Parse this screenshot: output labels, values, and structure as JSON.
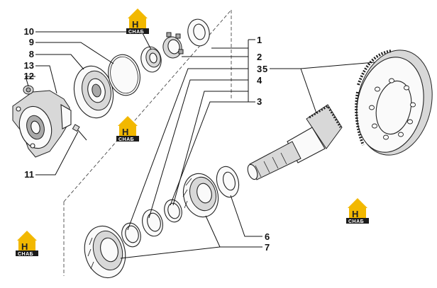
{
  "diagram": {
    "labels": {
      "p1": "1",
      "p2": "2",
      "p3a": "3",
      "p3b": "3",
      "p4": "4",
      "p5": "5",
      "p6": "6",
      "p7": "7",
      "p8": "8",
      "p9": "9",
      "p10": "10",
      "p11": "11",
      "p12": "12",
      "p13": "13"
    },
    "colors": {
      "logo_yellow": "#f2b800",
      "logo_black": "#1a1a1a",
      "line": "#111111"
    }
  }
}
